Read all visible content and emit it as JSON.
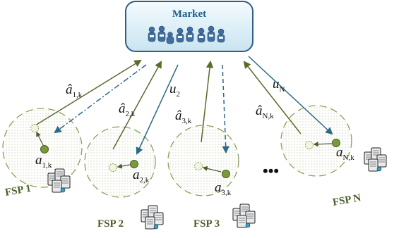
{
  "market": {
    "title": "Market"
  },
  "fsps": [
    {
      "name": "FSP 1",
      "a_label": "a",
      "a_sub": "1,k",
      "ahat_label": "â",
      "ahat_sub": "1,k",
      "u_label": ""
    },
    {
      "name": "FSP 2",
      "a_label": "a",
      "a_sub": "2,k",
      "ahat_label": "â",
      "ahat_sub": "2,k",
      "u_label": "u",
      "u_sub": "2"
    },
    {
      "name": "FSP 3",
      "a_label": "a",
      "a_sub": "3,k",
      "ahat_label": "â",
      "ahat_sub": "3,k",
      "u_label": ""
    },
    {
      "name": "FSP N",
      "a_label": "a",
      "a_sub": "N,k",
      "ahat_label": "â",
      "ahat_sub": "N,k",
      "u_label": "u",
      "u_sub": "N"
    }
  ],
  "ellipsis": "•••",
  "colors": {
    "up_arrow": "#5a6b2a",
    "down_arrow": "#2d6a86",
    "circle_border": "#8aa05a",
    "node_fill": "#7a9a3a",
    "market_border": "#2e5e86",
    "market_fill": "#dceef5"
  },
  "icons": [
    "people-icon",
    "server-icon"
  ]
}
